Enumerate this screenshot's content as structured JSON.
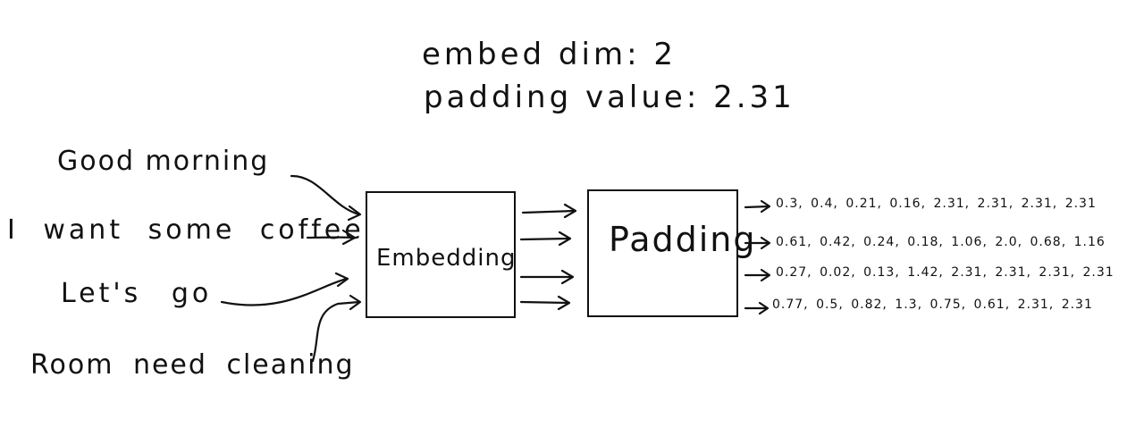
{
  "params": {
    "embed_dim": "embed dim: 2",
    "padding_value": "padding value: 2.31"
  },
  "inputs": [
    "Good morning",
    "I want some coffee",
    "Let's go",
    "Room need cleaning"
  ],
  "embedding_label": "Embedding",
  "padding_label": "Padding",
  "outputs": [
    "0.3, 0.4, 0.21, 0.16, 2.31, 2.31, 2.31, 2.31",
    "0.61, 0.42, 0.24, 0.18, 1.06, 2.0, 0.68, 1.16",
    "0.27, 0.02, 0.13, 1.42, 2.31, 2.31, 2.31, 2.31",
    "0.77, 0.5, 0.82, 1.3, 0.75, 0.61, 2.31, 2.31"
  ]
}
